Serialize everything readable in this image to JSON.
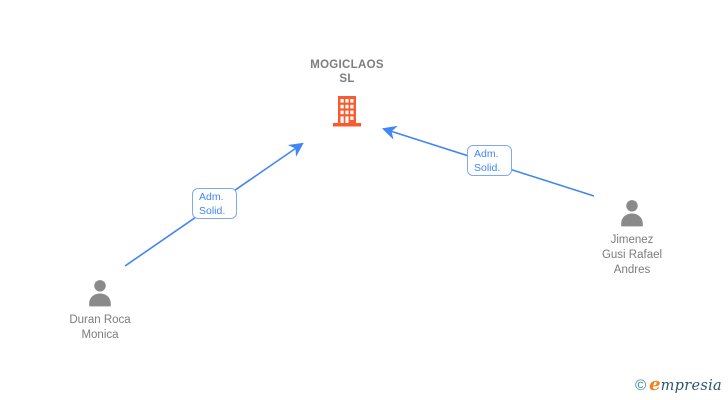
{
  "company": {
    "name": "MOGICLAOS SL",
    "name_lines": [
      "MOGICLAOS",
      "SL"
    ]
  },
  "people": [
    {
      "name": "Duran Roca Monica",
      "name_lines": [
        "Duran Roca",
        "Monica"
      ]
    },
    {
      "name": "Jimenez Gusi Rafael Andres",
      "name_lines": [
        "Jimenez",
        "Gusi Rafael",
        "Andres"
      ]
    }
  ],
  "edges": [
    {
      "from": "Duran Roca Monica",
      "to": "MOGICLAOS SL",
      "label_lines": [
        "Adm.",
        "Solid."
      ]
    },
    {
      "from": "Jimenez Gusi Rafael Andres",
      "to": "MOGICLAOS SL",
      "label_lines": [
        "Adm.",
        "Solid."
      ]
    }
  ],
  "watermark": {
    "copyright": "©",
    "brand_lead": "e",
    "brand_rest": "mpresia"
  },
  "colors": {
    "edge_blue": "#4285f4",
    "label_border_blue": "#7baaf7",
    "building_orange": "#f95b2e",
    "person_gray": "#8a8a8a",
    "text_gray": "#7c7c7c",
    "logo_teal": "#2e7f95",
    "logo_orange": "#f08118",
    "logo_navy": "#29556e"
  }
}
